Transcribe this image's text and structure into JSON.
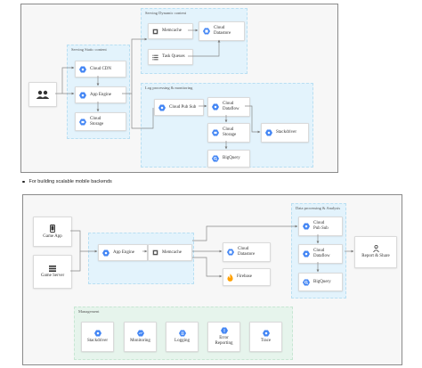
{
  "diagram1": {
    "groups": {
      "static": "Serving Static content",
      "dynamic": "Serving Dynamic content",
      "log": "Log processing & monitoring"
    },
    "nodes": {
      "cloud_cdn": "Cloud CDN",
      "app_engine": "App Engine",
      "cloud_storage": "Cloud\nStorage",
      "memcache": "Memcache",
      "task_queues": "Task Queues",
      "cloud_datastore": "Cloud\nDatastore",
      "pub_sub": "Cloud Pub Sub",
      "dataflow": "Cloud\nDataflow",
      "storage2": "Cloud\nStorage",
      "bigquery": "BigQuery",
      "stackdriver": "Stackdriver"
    }
  },
  "caption": "For building scalable mobile backends",
  "diagram2": {
    "groups": {
      "data": "Data processing & Analysis",
      "management": "Management"
    },
    "nodes": {
      "game_app": "Game App",
      "game_server": "Game Server",
      "app_engine": "App Engine",
      "memcache": "Memcache",
      "cloud_datastore": "Cloud\nDatastore",
      "firebase": "Firebase",
      "pub_sub": "Cloud\nPub Sub",
      "dataflow": "Cloud\nDataflow",
      "bigquery": "BigQuery",
      "report": "Report & Share",
      "stackdriver": "Stackdriver",
      "monitoring": "Monitoring",
      "logging": "Logging",
      "error_reporting": "Error\nReporting",
      "trace": "Trace"
    }
  },
  "colors": {
    "gcp_blue": "#4285f4",
    "group_blue": "#e3f3fc",
    "group_green": "#e6f4ec",
    "firebase": "#ffa000"
  }
}
